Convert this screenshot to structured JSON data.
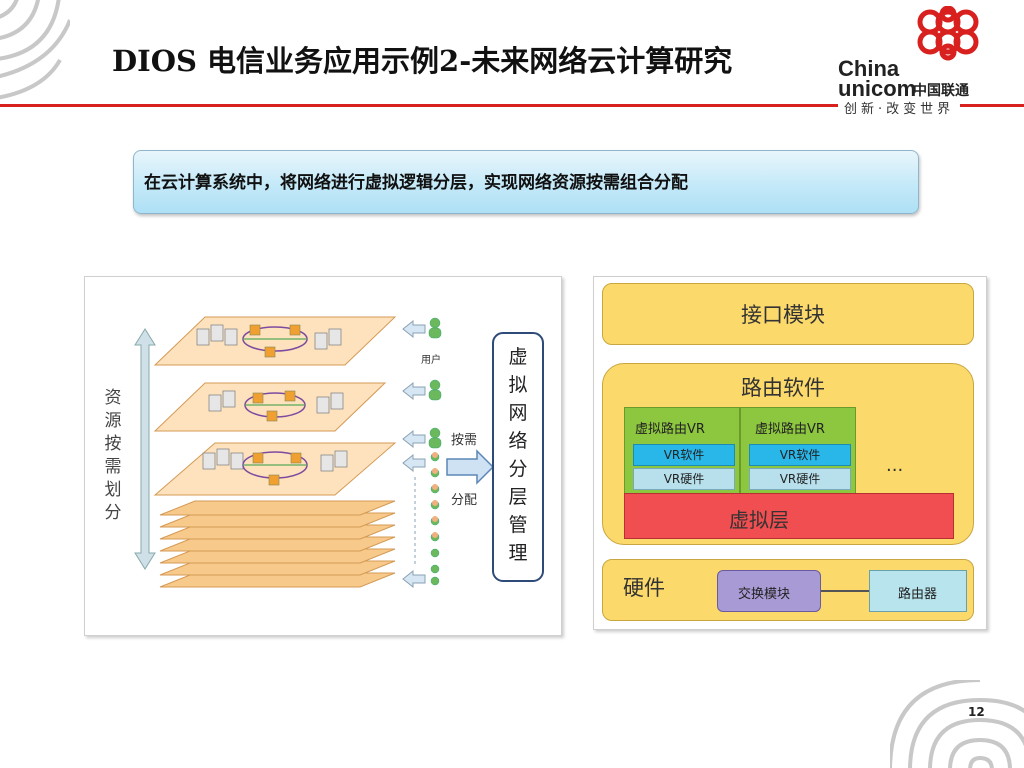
{
  "header": {
    "title": "DIOS 电信业务应用示例2-未来网络云计算研究",
    "brand_en_line1": "China",
    "brand_en_line2": "unicom",
    "brand_cn": "中国联通",
    "slogan": "创新·改变世界"
  },
  "banner": {
    "text": "在云计算系统中，将网络进行虚拟逻辑分层，实现网络资源按需组合分配"
  },
  "left_figure": {
    "side_label": [
      "资",
      "源",
      "按",
      "需",
      "划",
      "分"
    ],
    "user_label": "用户",
    "on_demand_label": "按需",
    "allocate_label": "分配",
    "virtual_mgmt_label": [
      "虚",
      "拟",
      "网",
      "络",
      "分",
      "层",
      "管",
      "理"
    ]
  },
  "right_figure": {
    "interface_module": "接口模块",
    "routing_software": "路由软件",
    "vr_blocks": [
      {
        "title": "虚拟路由VR",
        "software": "VR软件",
        "hardware": "VR硬件"
      },
      {
        "title": "虚拟路由VR",
        "software": "VR软件",
        "hardware": "VR硬件"
      }
    ],
    "ellipsis": "...",
    "virtual_layer": "虚拟层",
    "hardware": "硬件",
    "switch_module": "交换模块",
    "router": "路由器"
  },
  "footer": {
    "page_number": "12"
  },
  "colors": {
    "brand_red": "#d8201e",
    "yellow_fill": "#fbd96b",
    "green_block": "#8dc63f",
    "cyan_cell": "#29b6e8",
    "red_layer": "#f04e50",
    "violet_module": "#a89ad4",
    "teal_router": "#b8e4ee"
  }
}
